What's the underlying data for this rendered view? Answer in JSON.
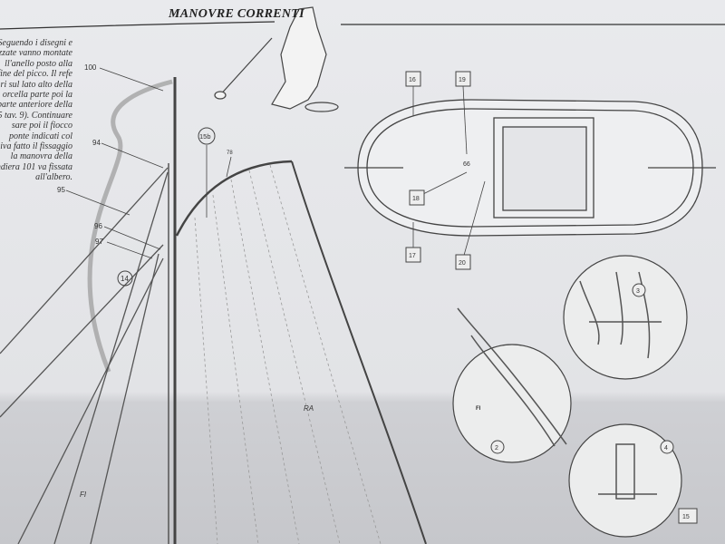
{
  "header": {
    "title": "MANOVRE CORRENTI"
  },
  "instructions": [
    "Seguendo i disegni e",
    "izzate vanno montate",
    "ll'anello posto alla",
    "fine del picco. Il refe",
    "ri sul lato alto della",
    "orcella parte poi la",
    "parte anteriore della",
    "5 tav. 9). Continuare",
    "sare poi il fiocco",
    "ponte indicati col",
    "iva fatto il fissaggio",
    "la manovra della",
    "ndiera 101 va fissata",
    "all'albero."
  ],
  "callouts": {
    "c100": "100",
    "c94": "94",
    "c95": "95",
    "c96": "96",
    "c97": "97",
    "c14": "14",
    "c15b": "15b",
    "c78": "78",
    "c16": "16",
    "c19": "19",
    "c66": "66",
    "c18": "18",
    "c17": "17",
    "c20": "20",
    "c3": "3",
    "c2": "2",
    "c4": "4",
    "c15": "15",
    "sail_ra": "RA",
    "sail_fi": "FI",
    "detail_fi": "FI"
  },
  "colors": {
    "paper": "#e6e7ea",
    "ink": "#333333"
  }
}
